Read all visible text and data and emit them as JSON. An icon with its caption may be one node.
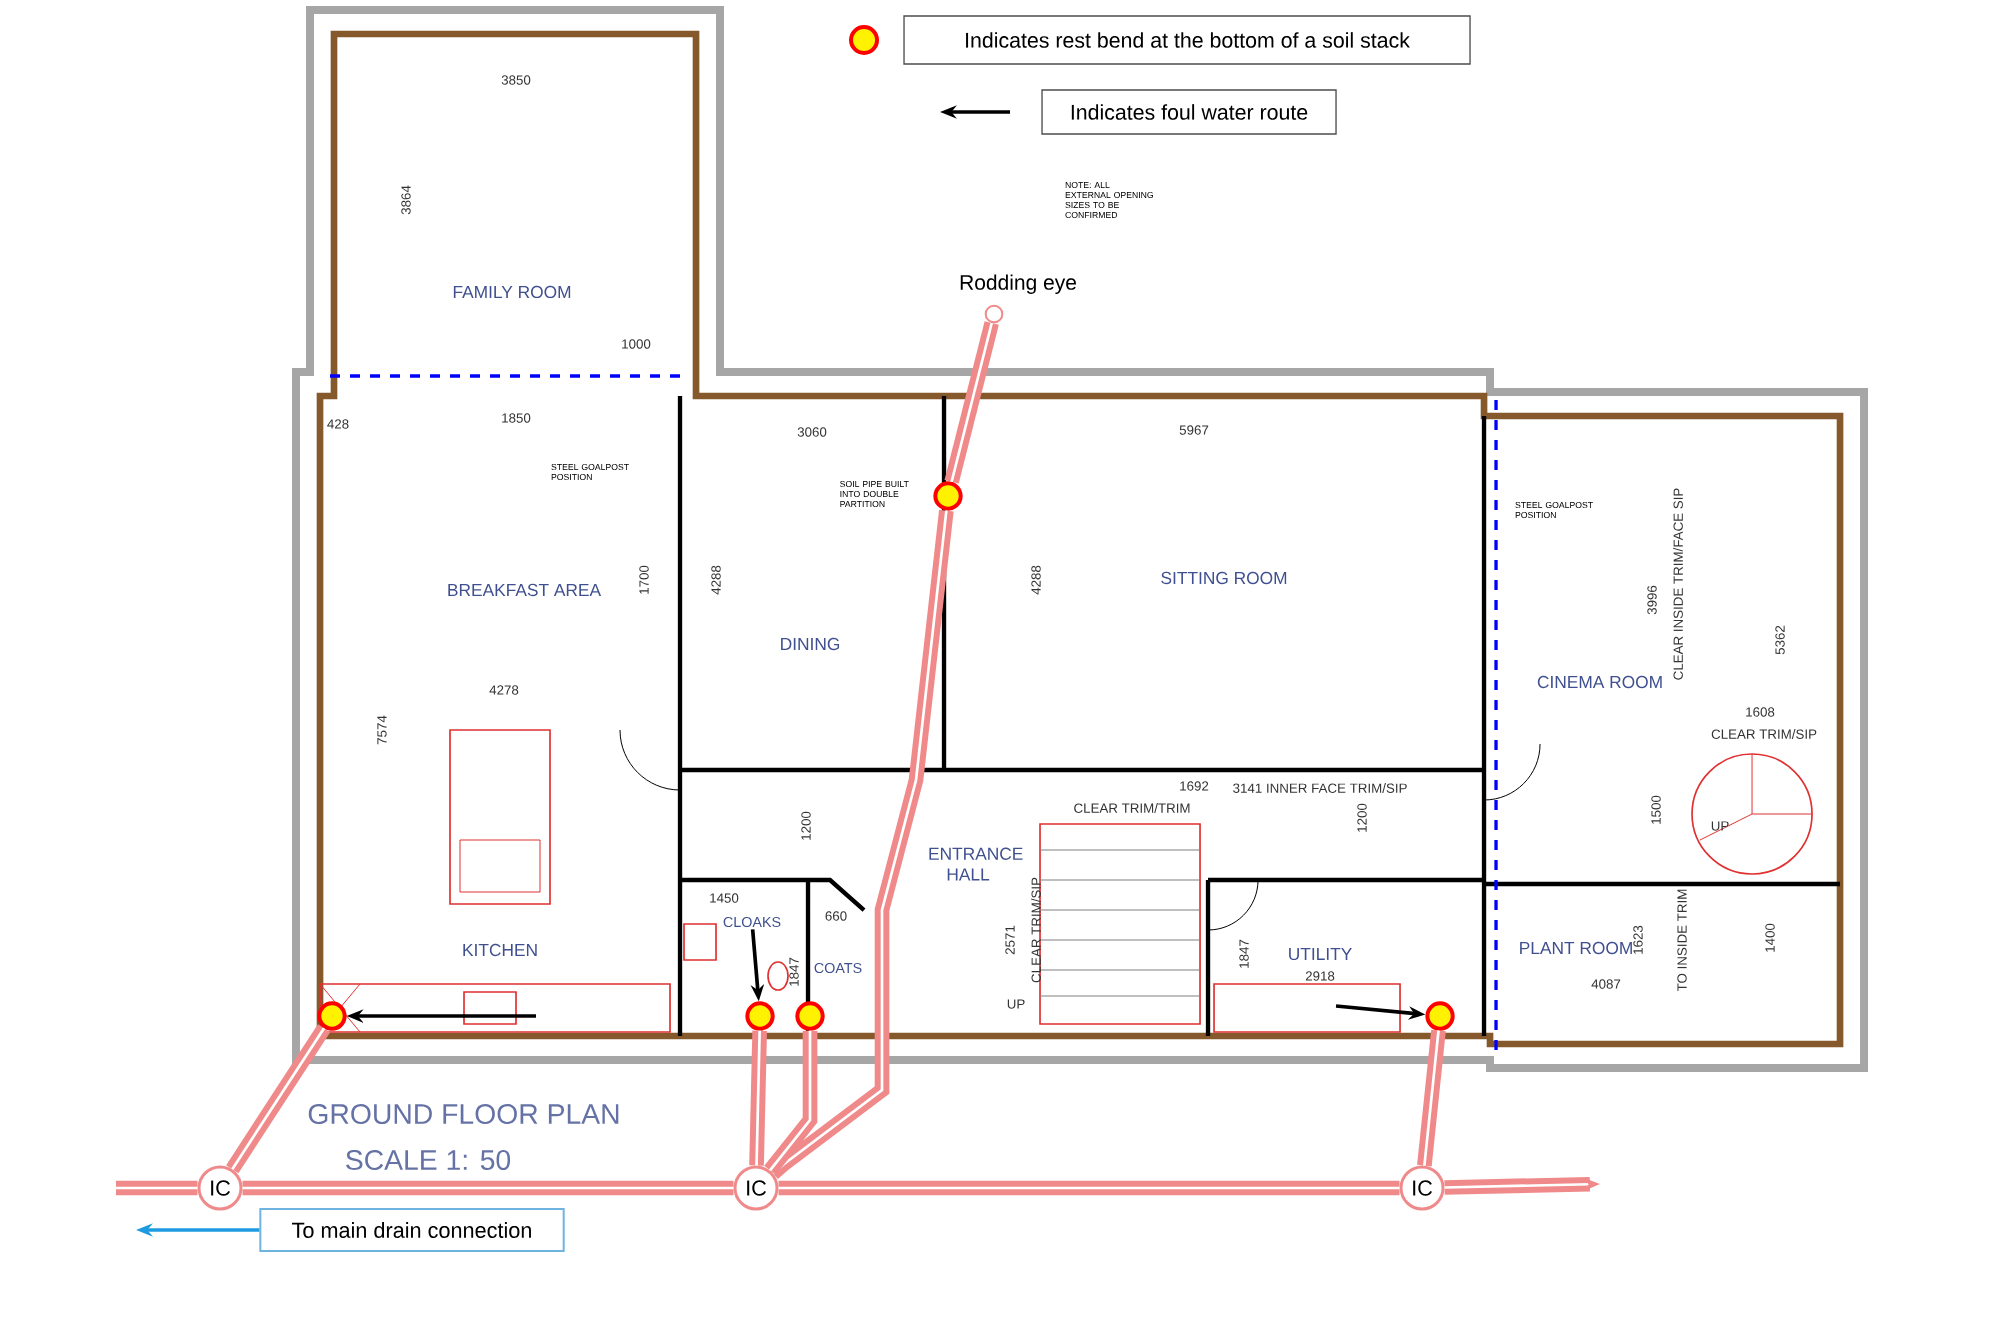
{
  "diagram": {
    "nodes": [
      {
        "text": [
          "FAMILY ROOM"
        ]
      },
      {
        "text": [
          "BREAKFAST AREA"
        ]
      },
      {
        "text": [
          "DINING"
        ]
      },
      {
        "text": [
          "SITTING ROOM"
        ]
      },
      {
        "text": [
          "CINEMA ROOM"
        ]
      },
      {
        "text": [
          "KITCHEN"
        ]
      },
      {
        "text": [
          "CLOAKS"
        ]
      },
      {
        "text": [
          "COATS"
        ]
      },
      {
        "text": [
          "ENTRANCE HALL"
        ]
      },
      {
        "text": [
          "UTILITY"
        ]
      },
      {
        "text": [
          "PLANT ROOM"
        ]
      },
      {
        "text": [],
        "shape": "circle",
        "beside": [
          "Rodding eye"
        ]
      },
      {
        "text": [],
        "shape": "circle",
        "beside": [
          "SOIL PIPE BUILT INTO DOUBLE PARTITION"
        ]
      },
      {
        "text": [],
        "shape": "circle"
      },
      {
        "text": [],
        "shape": "circle"
      },
      {
        "text": [],
        "shape": "circle"
      },
      {
        "text": [],
        "shape": "circle"
      },
      {
        "text": [
          "IC"
        ]
      },
      {
        "text": [
          "IC"
        ]
      },
      {
        "text": [
          "IC"
        ]
      },
      {
        "text": [
          "To main drain connection"
        ]
      }
    ],
    "edges": [
      {
        "from": 11,
        "to": 12,
        "arrow": "none"
      },
      {
        "from": 12,
        "to": 18,
        "arrow": "none"
      },
      {
        "from": 13,
        "to": 17,
        "arrow": "none"
      },
      {
        "from": 14,
        "to": 18,
        "arrow": "none"
      },
      {
        "from": 15,
        "to": 18,
        "arrow": "none"
      },
      {
        "from": 16,
        "to": 19,
        "arrow": "none"
      },
      {
        "from": 19,
        "to": 18,
        "arrow": "none"
      },
      {
        "from": 18,
        "to": 17,
        "arrow": "none"
      },
      {
        "from": null,
        "to": 13,
        "arrow": "to",
        "color": "#000000"
      },
      {
        "from": 6,
        "to": 14,
        "arrow": "to",
        "color": "#000000"
      },
      {
        "from": null,
        "to": 16,
        "arrow": "to",
        "color": "#000000"
      },
      {
        "from": 20,
        "to": null,
        "arrow": "to",
        "color": "#1e9be0"
      },
      {
        "from": 19,
        "to": null,
        "arrow": "to"
      },
      {
        "from": 17,
        "to": null,
        "arrow": "none"
      }
    ],
    "labels": [
      "NOTE: ALL EXTERNAL OPENING SIZES TO BE CONFIRMED",
      "3850",
      "3864",
      "1000",
      "1850",
      "428",
      "STEEL GOALPOST POSITION",
      "3060",
      "5967",
      "STEEL GOALPOST POSITION",
      "1700",
      "4288",
      "4288",
      "3996",
      "CLEAR INSIDE TRIM/FACE SIP",
      "5362",
      "4278",
      "7574",
      "1608",
      "CLEAR TRIM/SIP",
      "1692",
      "3141 INNER FACE TRIM/SIP",
      "CLEAR TRIM/TRIM",
      "1200",
      "1200",
      "1500",
      "UP",
      "1450",
      "660",
      "2571",
      "CLEAR TRIM/SIP",
      "1847",
      "1847",
      "1623",
      "TO INSIDE TRIM",
      "1400",
      "2918",
      "4087",
      "UP",
      "GROUND FLOOR PLAN",
      "SCALE 1: 50"
    ],
    "legend": [
      {
        "text": "Indicates rest bend at the bottom of a soil stack"
      },
      {
        "text": "Indicates foul water route"
      }
    ]
  }
}
